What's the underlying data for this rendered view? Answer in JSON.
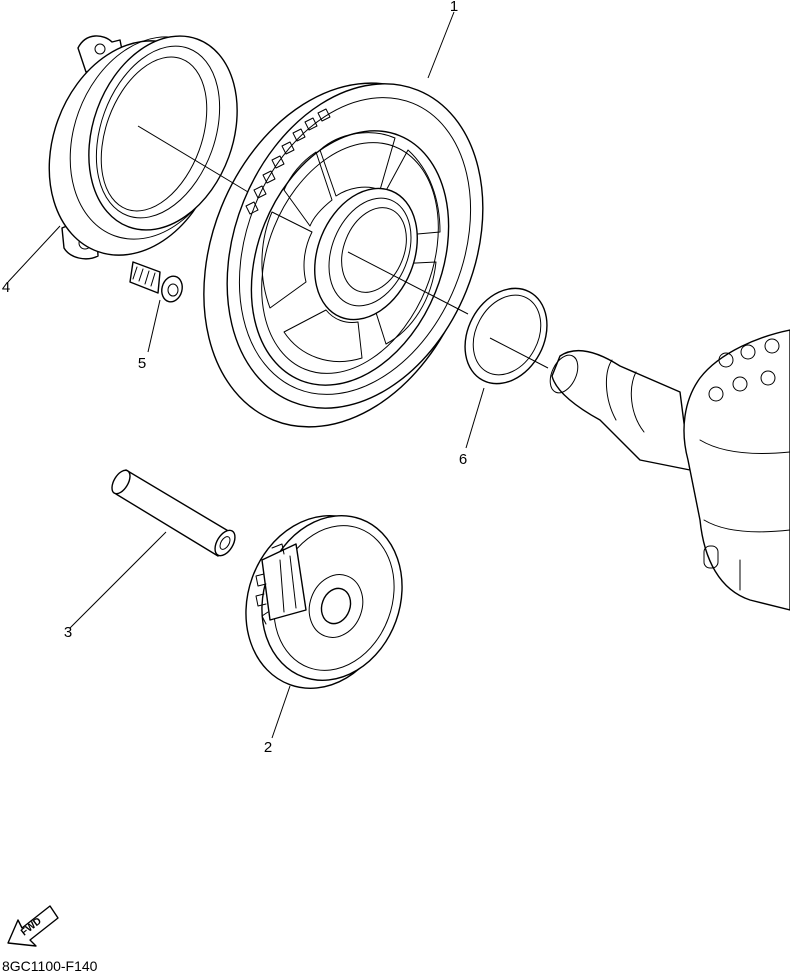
{
  "diagram": {
    "callouts": [
      {
        "id": "1",
        "label": "1"
      },
      {
        "id": "2",
        "label": "2"
      },
      {
        "id": "3",
        "label": "3"
      },
      {
        "id": "4",
        "label": "4"
      },
      {
        "id": "5",
        "label": "5"
      },
      {
        "id": "6",
        "label": "6"
      }
    ],
    "fwd_label": "FWD",
    "diagram_code": "8GC1100-F140"
  }
}
